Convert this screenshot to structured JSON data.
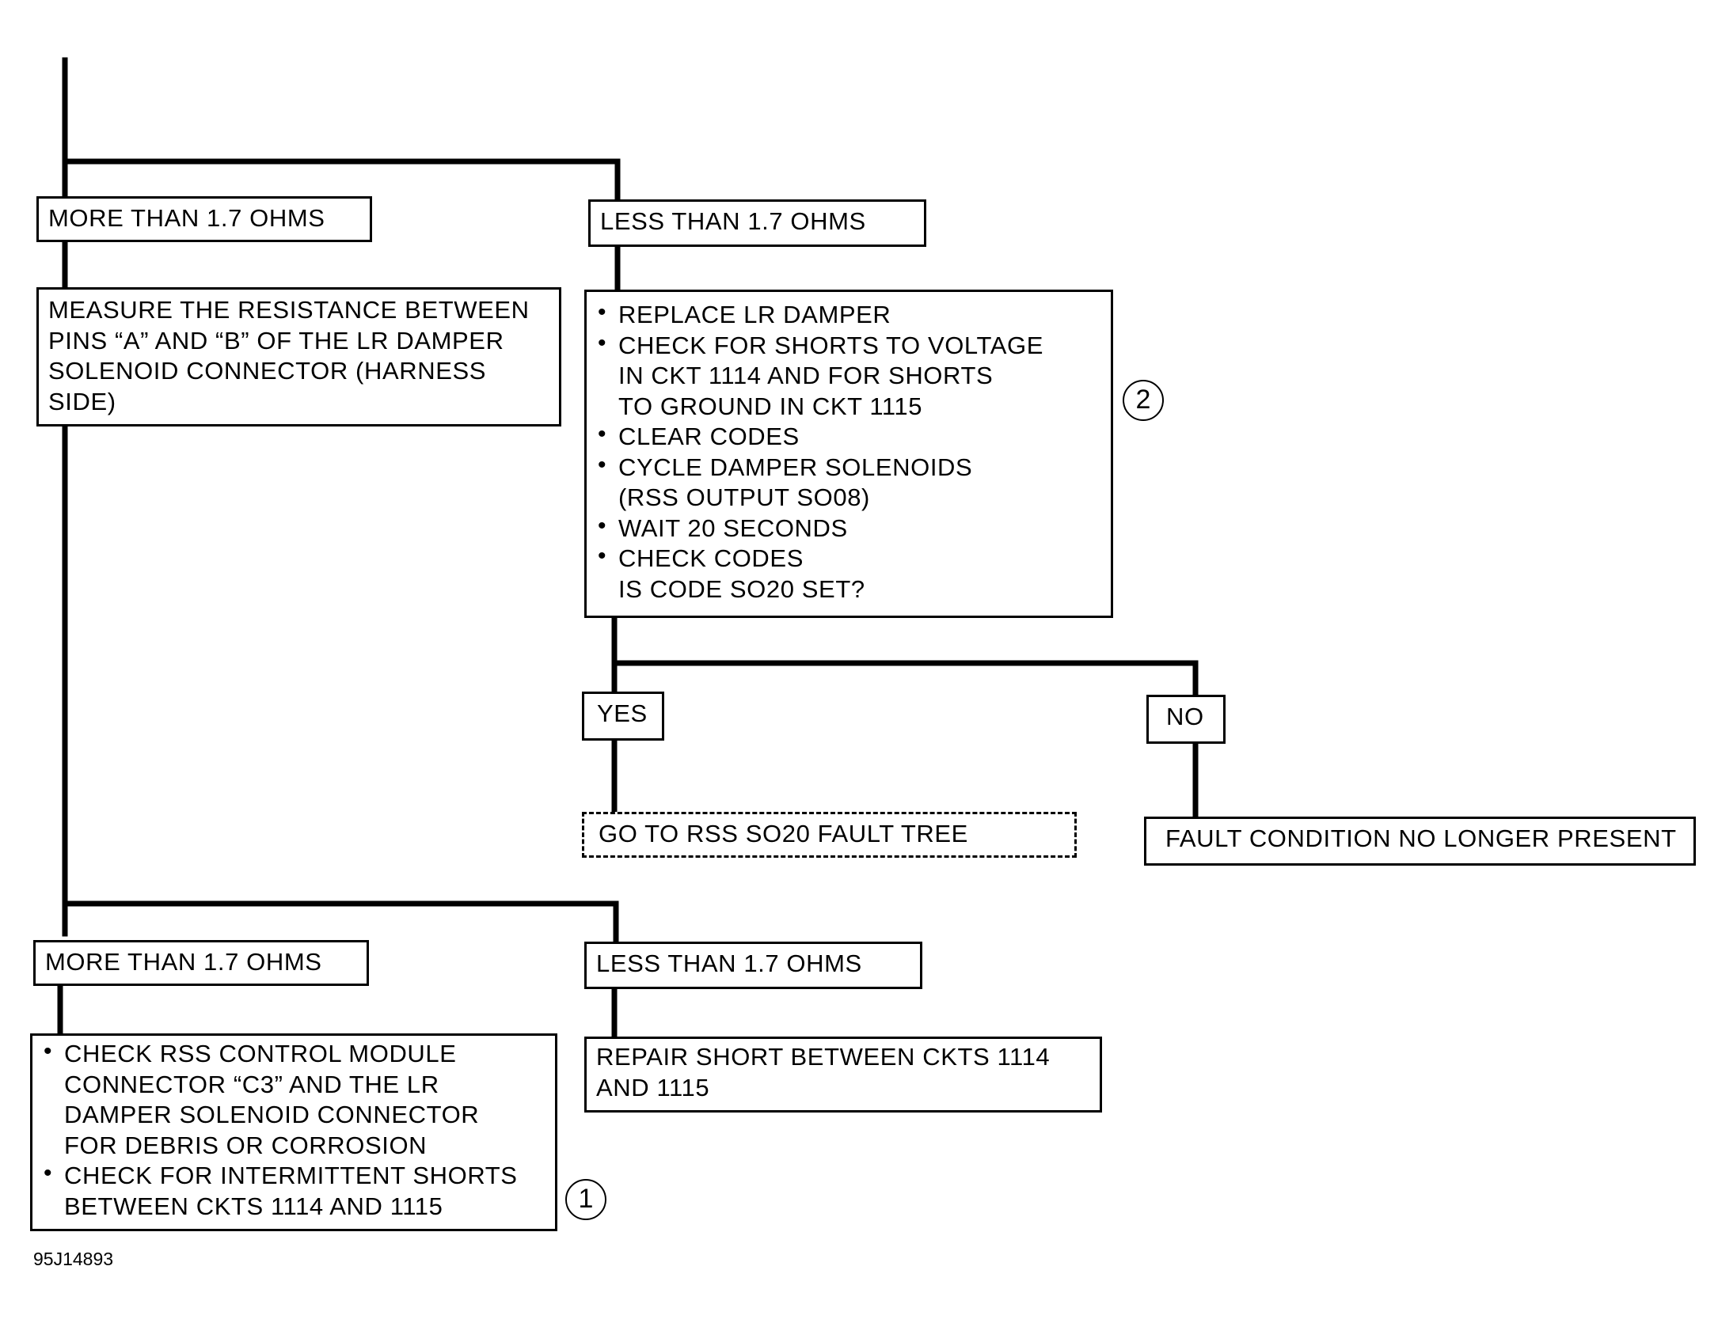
{
  "top_branch": {
    "left_label": "MORE THAN 1.7 OHMS",
    "right_label": "LESS THAN 1.7 OHMS"
  },
  "measure_box": {
    "lines": [
      "MEASURE THE RESISTANCE BETWEEN",
      "PINS “A” AND “B” OF THE LR DAMPER",
      "SOLENOID CONNECTOR (HARNESS",
      "SIDE)"
    ]
  },
  "replace_box": {
    "bullets": [
      {
        "lines": [
          "REPLACE LR DAMPER"
        ]
      },
      {
        "lines": [
          "CHECK FOR SHORTS TO VOLTAGE",
          "IN CKT 1114 AND FOR SHORTS",
          "TO GROUND IN CKT 1115"
        ]
      },
      {
        "lines": [
          "CLEAR CODES"
        ]
      },
      {
        "lines": [
          "CYCLE DAMPER SOLENOIDS",
          "(RSS OUTPUT SO08)"
        ]
      },
      {
        "lines": [
          "WAIT 20 SECONDS"
        ]
      },
      {
        "lines": [
          "CHECK CODES",
          "IS CODE SO20 SET?"
        ]
      }
    ],
    "callout": "2"
  },
  "decision": {
    "yes_label": "YES",
    "no_label": "NO",
    "yes_result": "GO TO RSS SO20 FAULT TREE",
    "no_result": "FAULT CONDITION NO LONGER PRESENT"
  },
  "bottom_branch": {
    "left_label": "MORE THAN 1.7 OHMS",
    "right_label": "LESS THAN 1.7 OHMS"
  },
  "check_box": {
    "bullets": [
      {
        "lines": [
          "CHECK RSS CONTROL MODULE",
          "CONNECTOR “C3” AND THE LR",
          "DAMPER SOLENOID CONNECTOR",
          "FOR DEBRIS OR CORROSION"
        ]
      },
      {
        "lines": [
          "CHECK FOR INTERMITTENT SHORTS",
          "BETWEEN CKTS 1114 AND 1115"
        ]
      }
    ],
    "callout": "1"
  },
  "repair_box": {
    "lines": [
      "REPAIR SHORT BETWEEN CKTS 1114",
      "AND 1115"
    ]
  },
  "figure_id": "95J14893"
}
